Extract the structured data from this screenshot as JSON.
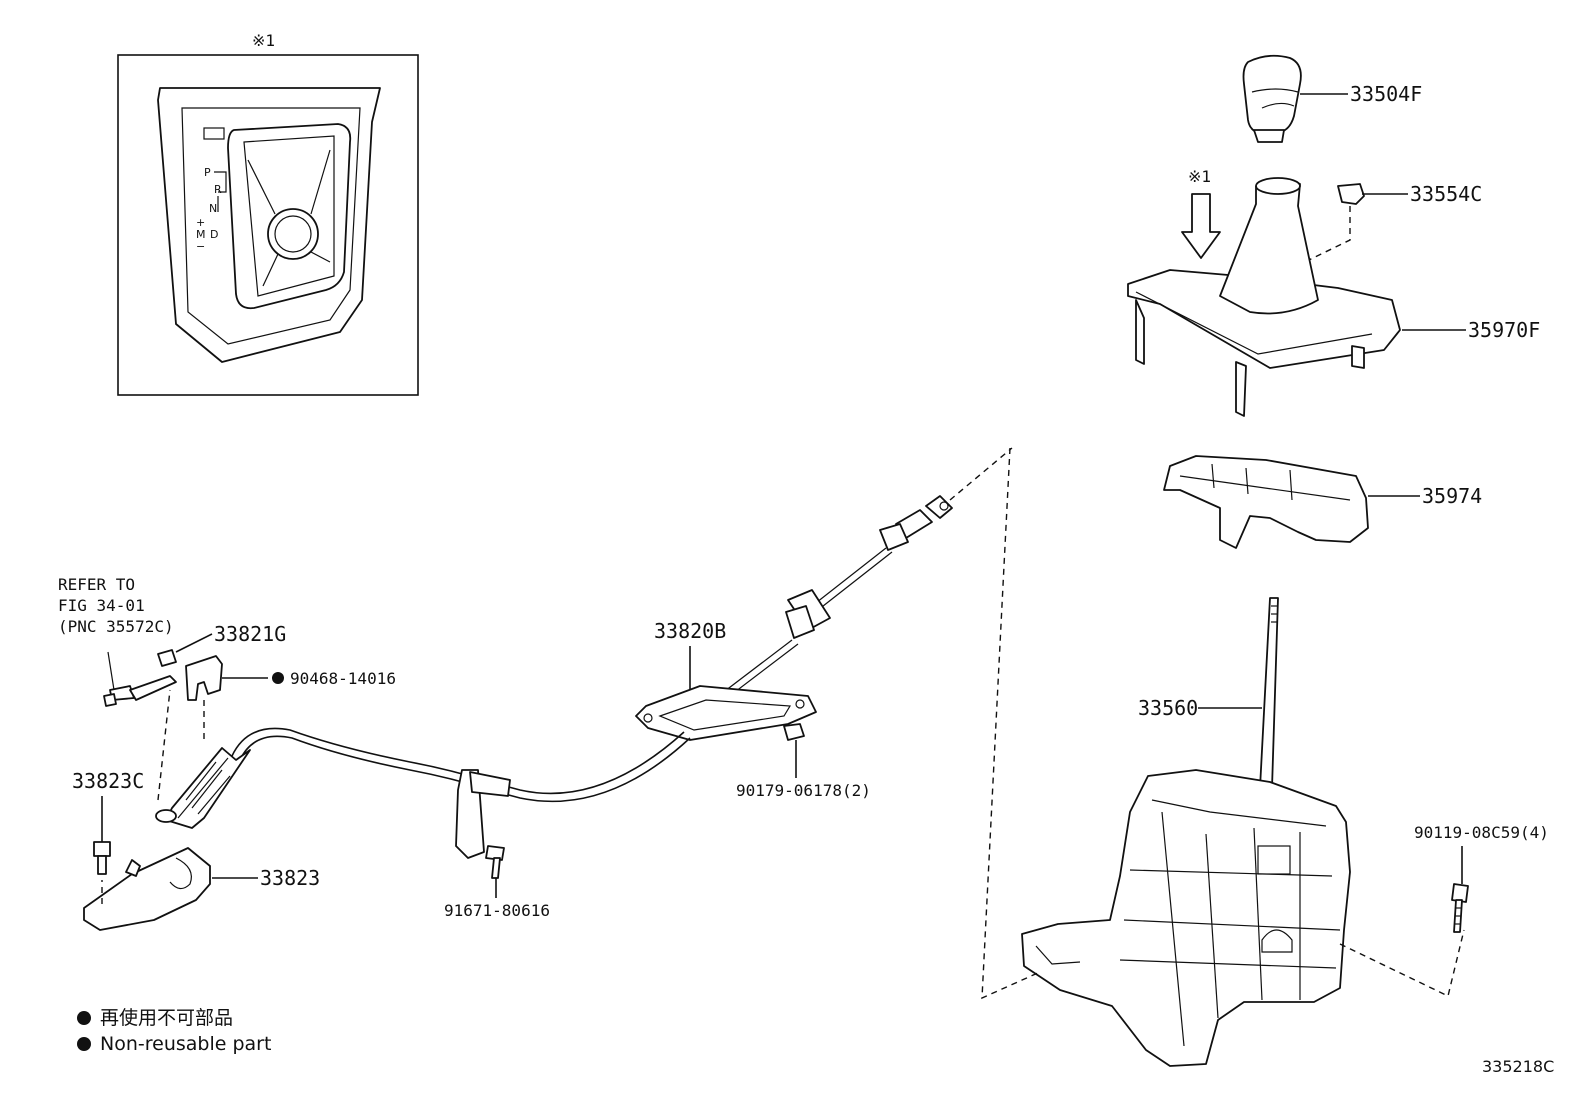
{
  "inset": {
    "marker": "※1",
    "gate_letters": [
      "P",
      "R",
      "N",
      "D",
      "+",
      "M",
      "−"
    ]
  },
  "callouts": {
    "knob": "33504F",
    "clip": "33554C",
    "marker_top": "※1",
    "boot_panel": "35970F",
    "indicator_housing": "35974",
    "shift_lever": "33560",
    "housing_bolt": "90119-08C59(4)",
    "cable": "33820B",
    "cable_nut": "90179-06178(2)",
    "clamp_bolt": "91671-80616",
    "bracket": "33823",
    "bracket_bolt": "33823C",
    "retainer": "33821G",
    "clip_nonreusable": "90468-14016",
    "refer_line1": "REFER TO",
    "refer_line2": "FIG 34-01",
    "refer_line3": "(PNC 35572C)"
  },
  "legend": {
    "items": [
      {
        "symbol": "●",
        "text": "再使用不可部品"
      },
      {
        "symbol": "●",
        "text": "Non-reusable part"
      }
    ]
  },
  "figure_id": "335218C"
}
